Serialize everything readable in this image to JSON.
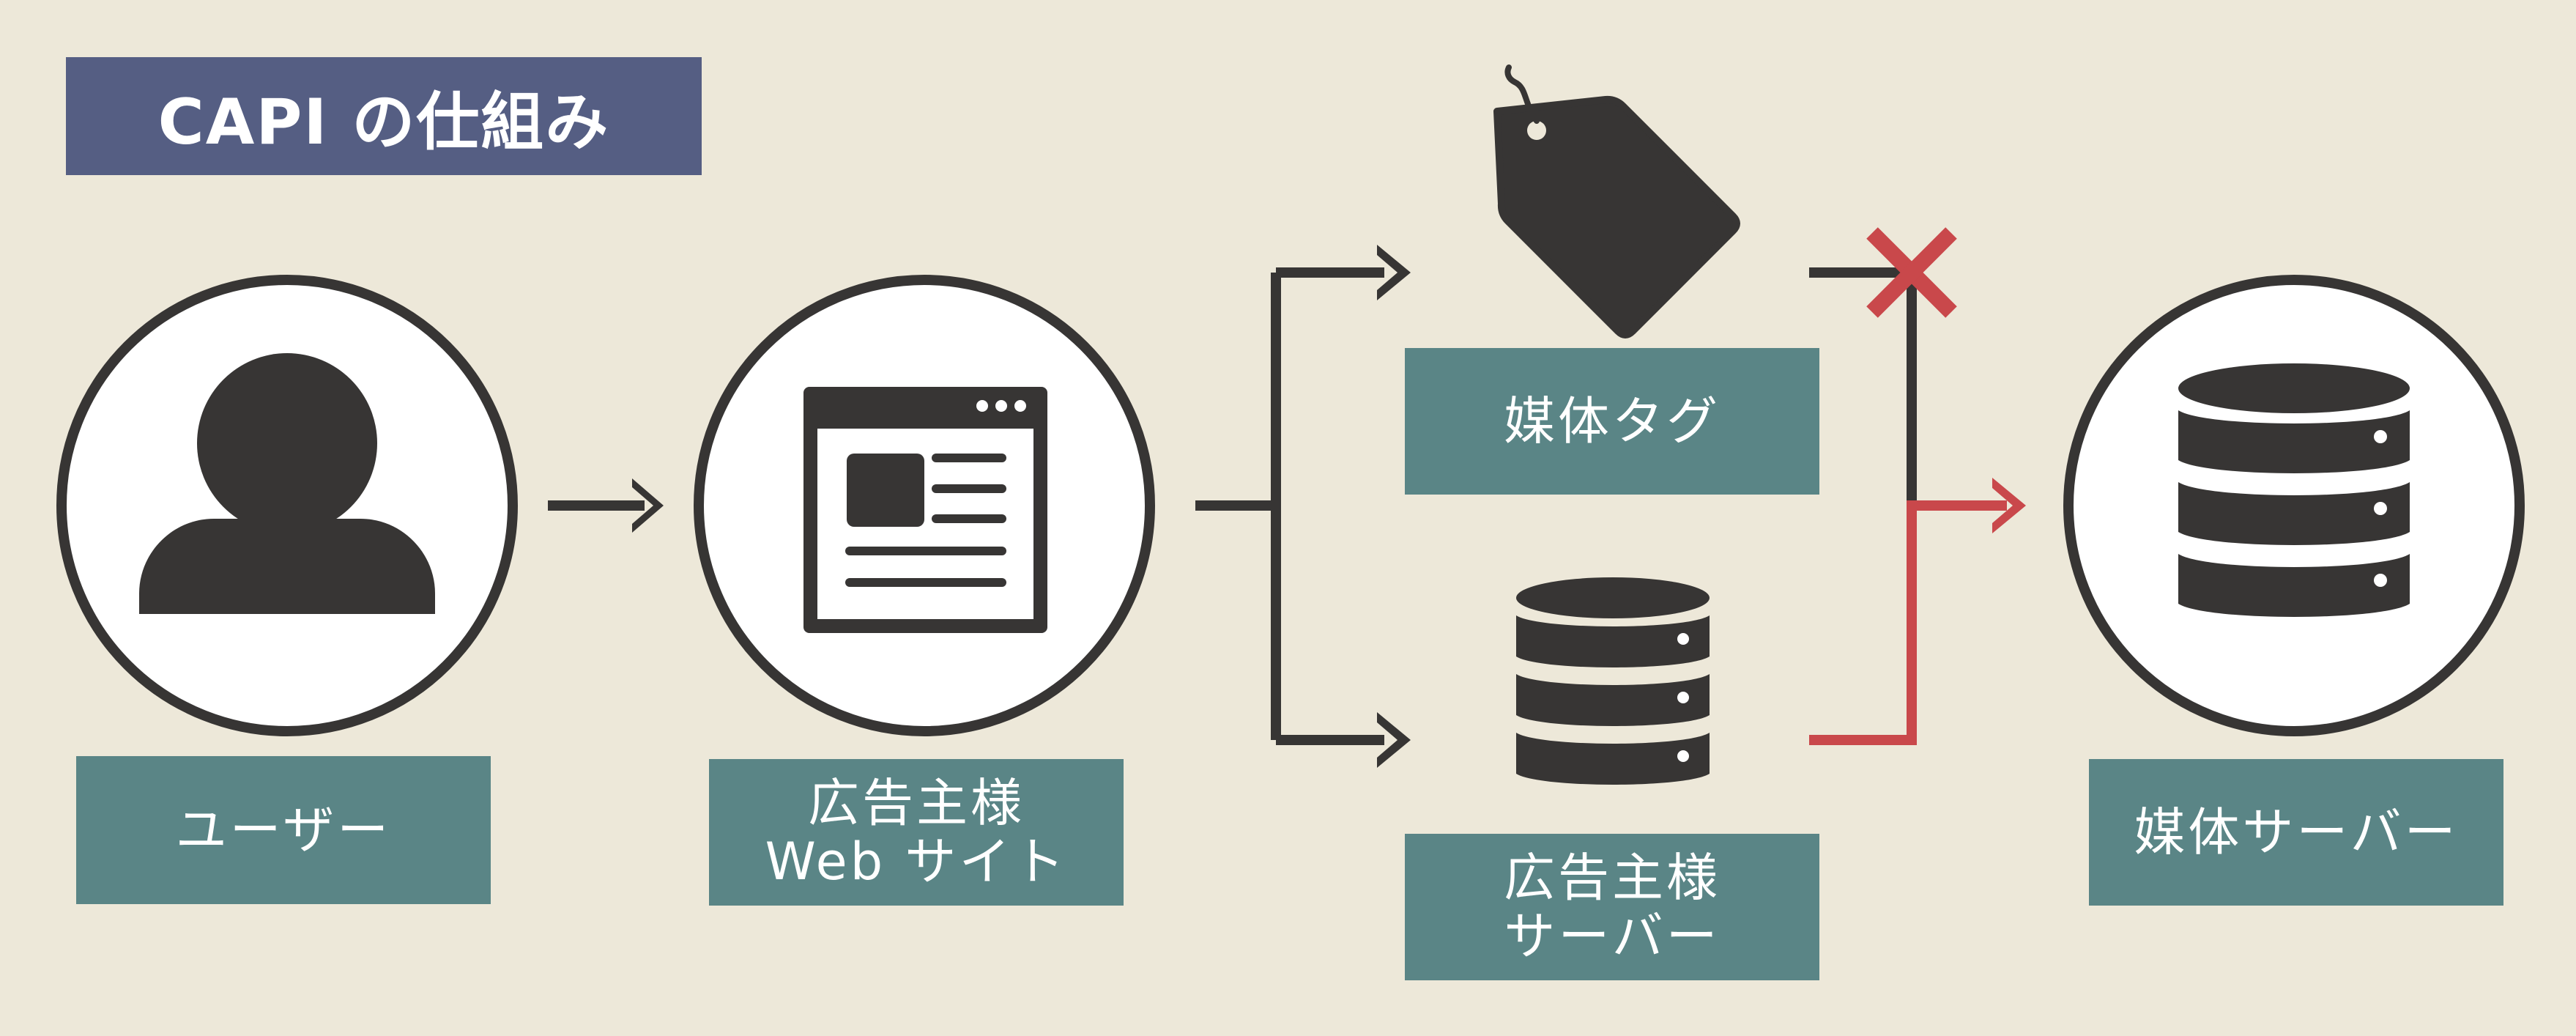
{
  "title": "CAPI の仕組み",
  "colors": {
    "background": "#ede8d9",
    "title_bg": "#555e83",
    "label_bg": "#5a8586",
    "icon": "#373534",
    "blocked": "#c9484b",
    "circle_fill": "#ffffff"
  },
  "nodes": {
    "user": {
      "label": "ユーザー",
      "icon": "person-icon"
    },
    "website": {
      "label_lines": [
        "広告主様",
        "Web サイト"
      ],
      "icon": "browser-window-icon"
    },
    "media_tag": {
      "label": "媒体タグ",
      "icon": "price-tag-icon"
    },
    "advertiser_server": {
      "label_lines": [
        "広告主様",
        "サーバー"
      ],
      "icon": "database-icon"
    },
    "media_server": {
      "label": "媒体サーバー",
      "icon": "database-icon"
    }
  },
  "edges": [
    {
      "from": "user",
      "to": "website",
      "status": "ok"
    },
    {
      "from": "website",
      "to": "media_tag",
      "status": "ok"
    },
    {
      "from": "website",
      "to": "advertiser_server",
      "status": "ok"
    },
    {
      "from": "media_tag",
      "to": "media_server",
      "status": "blocked",
      "marker": "x-mark-icon"
    },
    {
      "from": "advertiser_server",
      "to": "media_server",
      "status": "ok",
      "color": "#c9484b"
    }
  ]
}
